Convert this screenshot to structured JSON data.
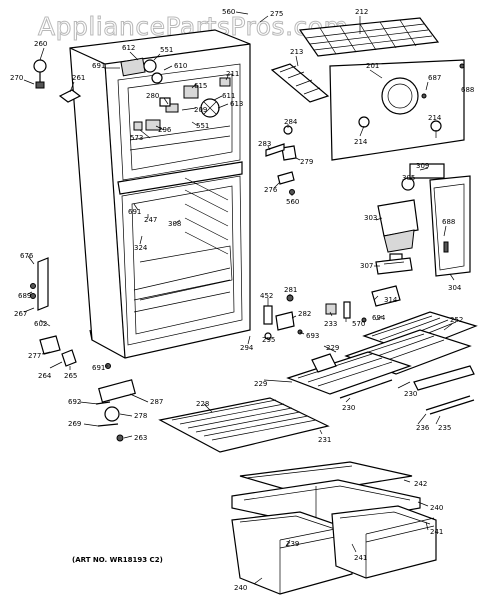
{
  "watermark": "AppliancePartsPros.com",
  "art_number": "(ART NO. WR18193 C2)",
  "callouts": {
    "c212": "212",
    "c560a": "560",
    "c275": "275",
    "c201": "201",
    "c213": "213",
    "c260": "260",
    "c270": "270",
    "c261": "261",
    "c612": "612",
    "c551a": "551",
    "c691a": "691",
    "c610": "610",
    "c211": "211",
    "c280": "280",
    "c615": "615",
    "c209": "209",
    "c611": "611",
    "c613": "613",
    "c551b": "551",
    "c296": "296",
    "c573": "573",
    "c284": "284",
    "c687": "687",
    "c688a": "688",
    "c214a": "214",
    "c214b": "214",
    "c283": "283",
    "c279": "279",
    "c276": "276",
    "c560b": "560",
    "c309": "309",
    "c305": "305",
    "c691b": "691",
    "c247": "247",
    "c308": "308",
    "c324": "324",
    "c303": "303",
    "c688b": "688",
    "c676": "676",
    "c689": "689",
    "c307": "307",
    "c304": "304",
    "c267": "267",
    "c602": "602",
    "c452": "452",
    "c281": "281",
    "c282": "282",
    "c233": "233",
    "c570": "570",
    "c314": "314",
    "c694": "694",
    "c252": "252",
    "c693": "693",
    "c295": "295",
    "c294": "294",
    "c277": "277",
    "c264": "264",
    "c265": "265",
    "c691c": "691",
    "c229a": "229",
    "c229b": "229",
    "c230a": "230",
    "c230b": "230",
    "c692": "692",
    "c287": "287",
    "c278": "278",
    "c228": "228",
    "c269": "269",
    "c263": "263",
    "c231": "231",
    "c236": "236",
    "c235": "235",
    "c242": "242",
    "c240a": "240",
    "c241a": "241",
    "c239": "239",
    "c241b": "241",
    "c240b": "240"
  }
}
